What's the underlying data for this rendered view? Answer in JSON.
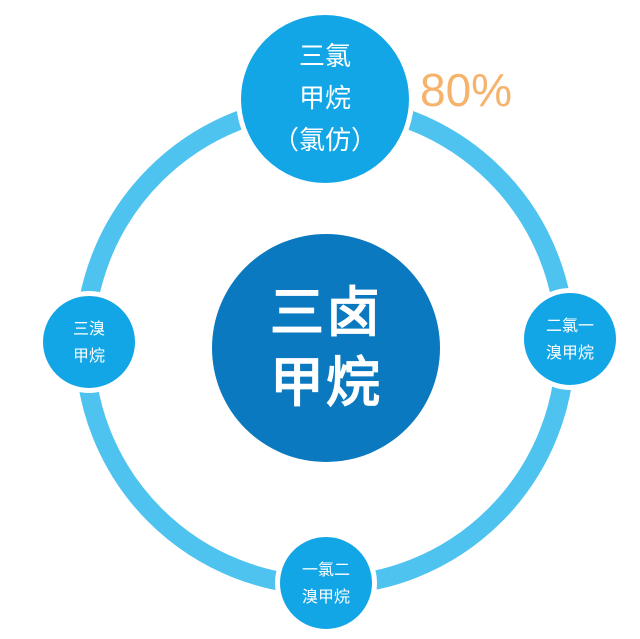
{
  "center": {
    "lines": [
      "三卤",
      "甲烷"
    ]
  },
  "nodes": {
    "top": {
      "lines": [
        "三氯",
        "甲烷",
        "（氯仿）"
      ]
    },
    "left": {
      "lines": [
        "三溴",
        "甲烷"
      ]
    },
    "right": {
      "lines": [
        "二氯一",
        "溴甲烷"
      ]
    },
    "bottom": {
      "lines": [
        "一氯二",
        "溴甲烷"
      ]
    }
  },
  "annotation": {
    "value": "80%"
  },
  "colors": {
    "ring": "#4ec3f0",
    "node": "#13a6e6",
    "center": "#0a79bf",
    "annotation": "#f5b36c"
  }
}
